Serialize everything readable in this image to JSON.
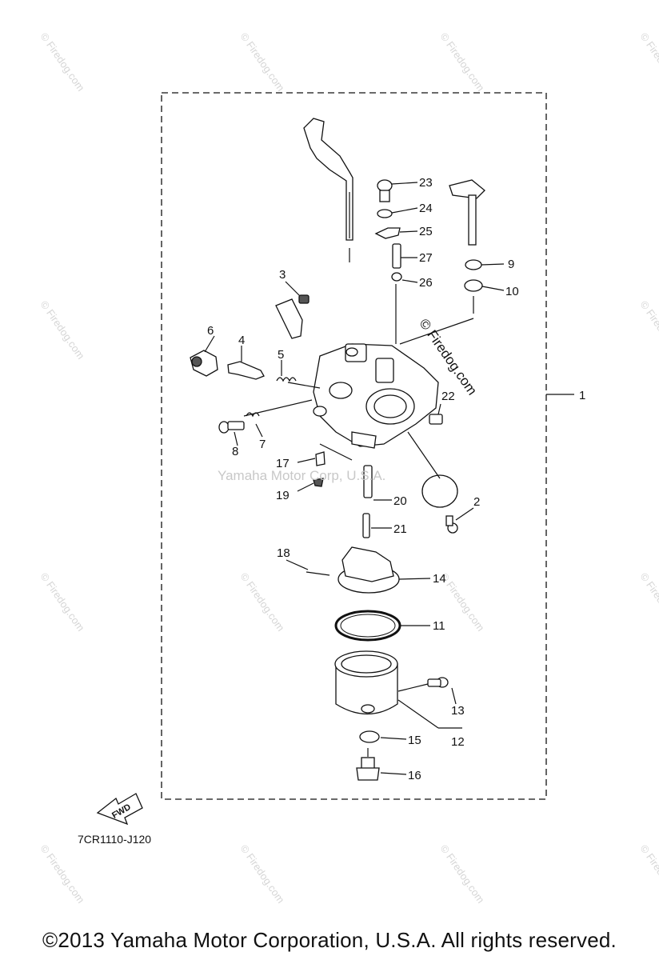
{
  "diagram_code": "7CR1110-J120",
  "copyright": "©2013 Yamaha Motor Corporation, U.S.A. All rights reserved.",
  "center_watermark": "Yamaha Motor Corp, U.S.A.",
  "firedog_watermark": "© Firedog.com",
  "fwd_label": "FWD",
  "part_labels": {
    "p1": "1",
    "p2": "2",
    "p3": "3",
    "p4": "4",
    "p5": "5",
    "p6": "6",
    "p7": "7",
    "p8": "8",
    "p9": "9",
    "p10": "10",
    "p11": "11",
    "p12": "12",
    "p13": "13",
    "p14": "14",
    "p15": "15",
    "p16": "16",
    "p17": "17",
    "p18": "18",
    "p19": "19",
    "p20": "20",
    "p21": "21",
    "p22": "22",
    "p23": "23",
    "p24": "24",
    "p25": "25",
    "p26": "26",
    "p27": "27"
  }
}
